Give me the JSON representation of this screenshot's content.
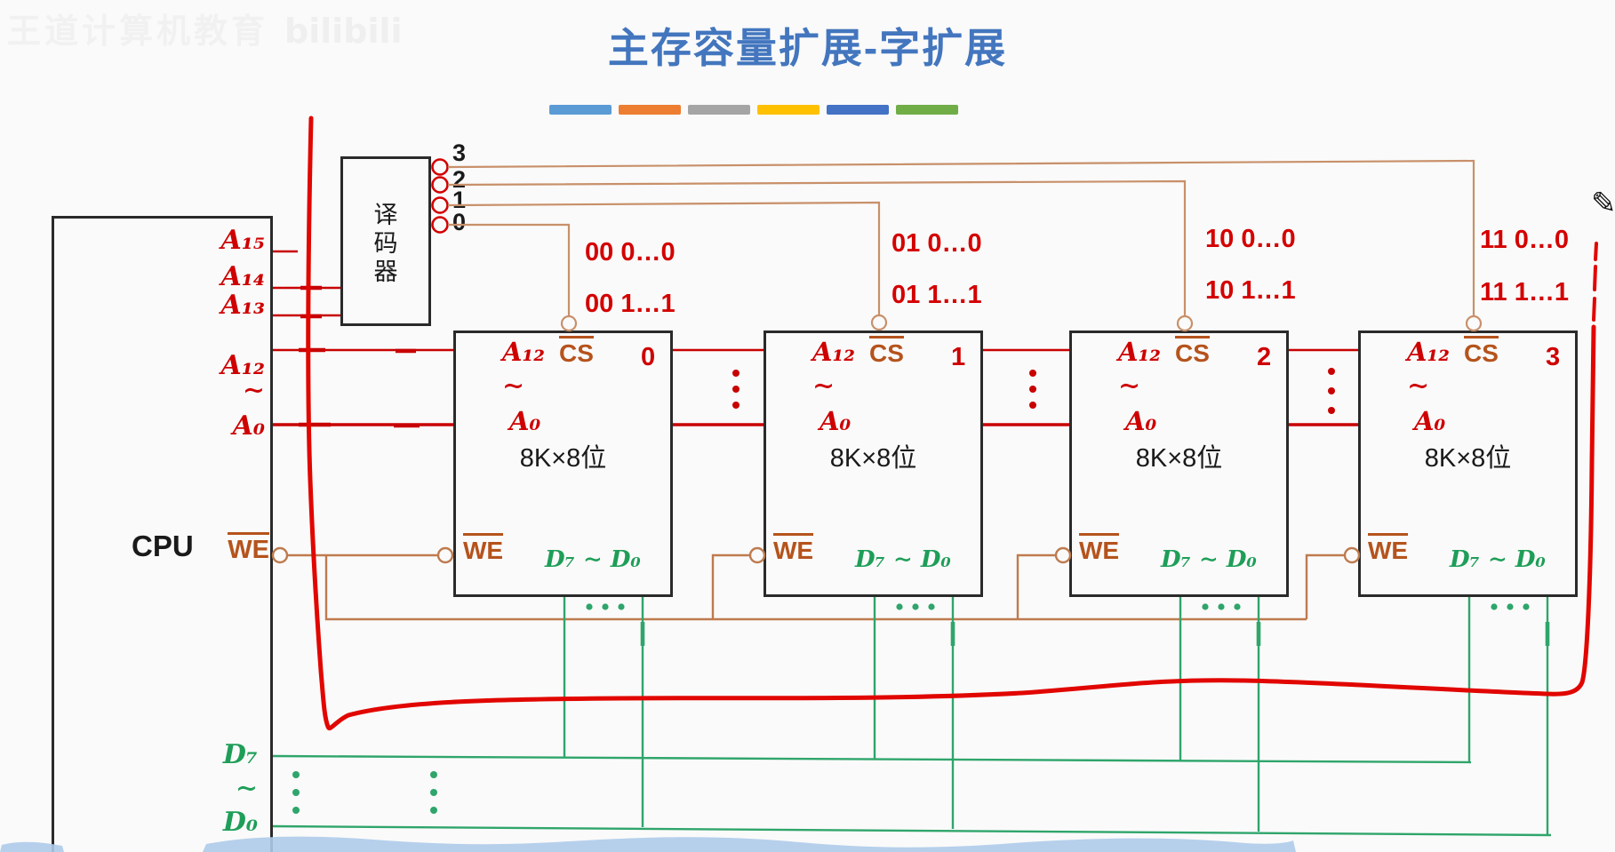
{
  "watermark": {
    "text": "王道计算机教育",
    "logo": "bilibili"
  },
  "title": {
    "text": "主存容量扩展-字扩展",
    "color": "#4376BE"
  },
  "title_bars": {
    "colors": [
      "#5B9BD5",
      "#ED7D31",
      "#A5A5A5",
      "#FFC000",
      "#4472C4",
      "#70AD47"
    ]
  },
  "cpu": {
    "label": "CPU",
    "addr_pins": {
      "a15": "A₁₅",
      "a14": "A₁₄",
      "a13": "A₁₃",
      "a12": "A₁₂",
      "tilde": "∼",
      "a0": "A₀"
    },
    "we_pin": "WE",
    "data_pins": {
      "d7": "D₇",
      "tilde": "∼",
      "d0": "D₀"
    }
  },
  "decoder": {
    "label_chars": {
      "c1": "译",
      "c2": "码",
      "c3": "器"
    },
    "outputs": {
      "o3": "3",
      "o2": "2",
      "o1": "1",
      "o0": "0"
    }
  },
  "chips": [
    {
      "number": "0",
      "addr_top": "A₁₂",
      "tilde": "∼",
      "addr_bottom": "A₀",
      "cs": "CS",
      "capacity": "8K×8位",
      "we": "WE",
      "data": "D₇ ∼ D₀",
      "addr_range_low": "00 0…0",
      "addr_range_high": "00 1…1"
    },
    {
      "number": "1",
      "addr_top": "A₁₂",
      "tilde": "∼",
      "addr_bottom": "A₀",
      "cs": "CS",
      "capacity": "8K×8位",
      "we": "WE",
      "data": "D₇ ∼ D₀",
      "addr_range_low": "01 0…0",
      "addr_range_high": "01 1…1"
    },
    {
      "number": "2",
      "addr_top": "A₁₂",
      "tilde": "∼",
      "addr_bottom": "A₀",
      "cs": "CS",
      "capacity": "8K×8位",
      "we": "WE",
      "data": "D₇ ∼ D₀",
      "addr_range_low": "10 0…0",
      "addr_range_high": "10 1…1"
    },
    {
      "number": "3",
      "addr_top": "A₁₂",
      "tilde": "∼",
      "addr_bottom": "A₀",
      "cs": "CS",
      "capacity": "8K×8位",
      "we": "WE",
      "data": "D₇ ∼ D₀",
      "addr_range_low": "11 0…0",
      "addr_range_high": "11 1…1"
    }
  ],
  "icons": {
    "pencil": "✎"
  },
  "colors": {
    "red_wire": "#C80000",
    "hand_red": "#E10600",
    "tan_wire": "#C8906A",
    "brown_wire": "#BE7B4E",
    "green_wire": "#2FA56B",
    "wave_blue": "#AECBEA"
  }
}
